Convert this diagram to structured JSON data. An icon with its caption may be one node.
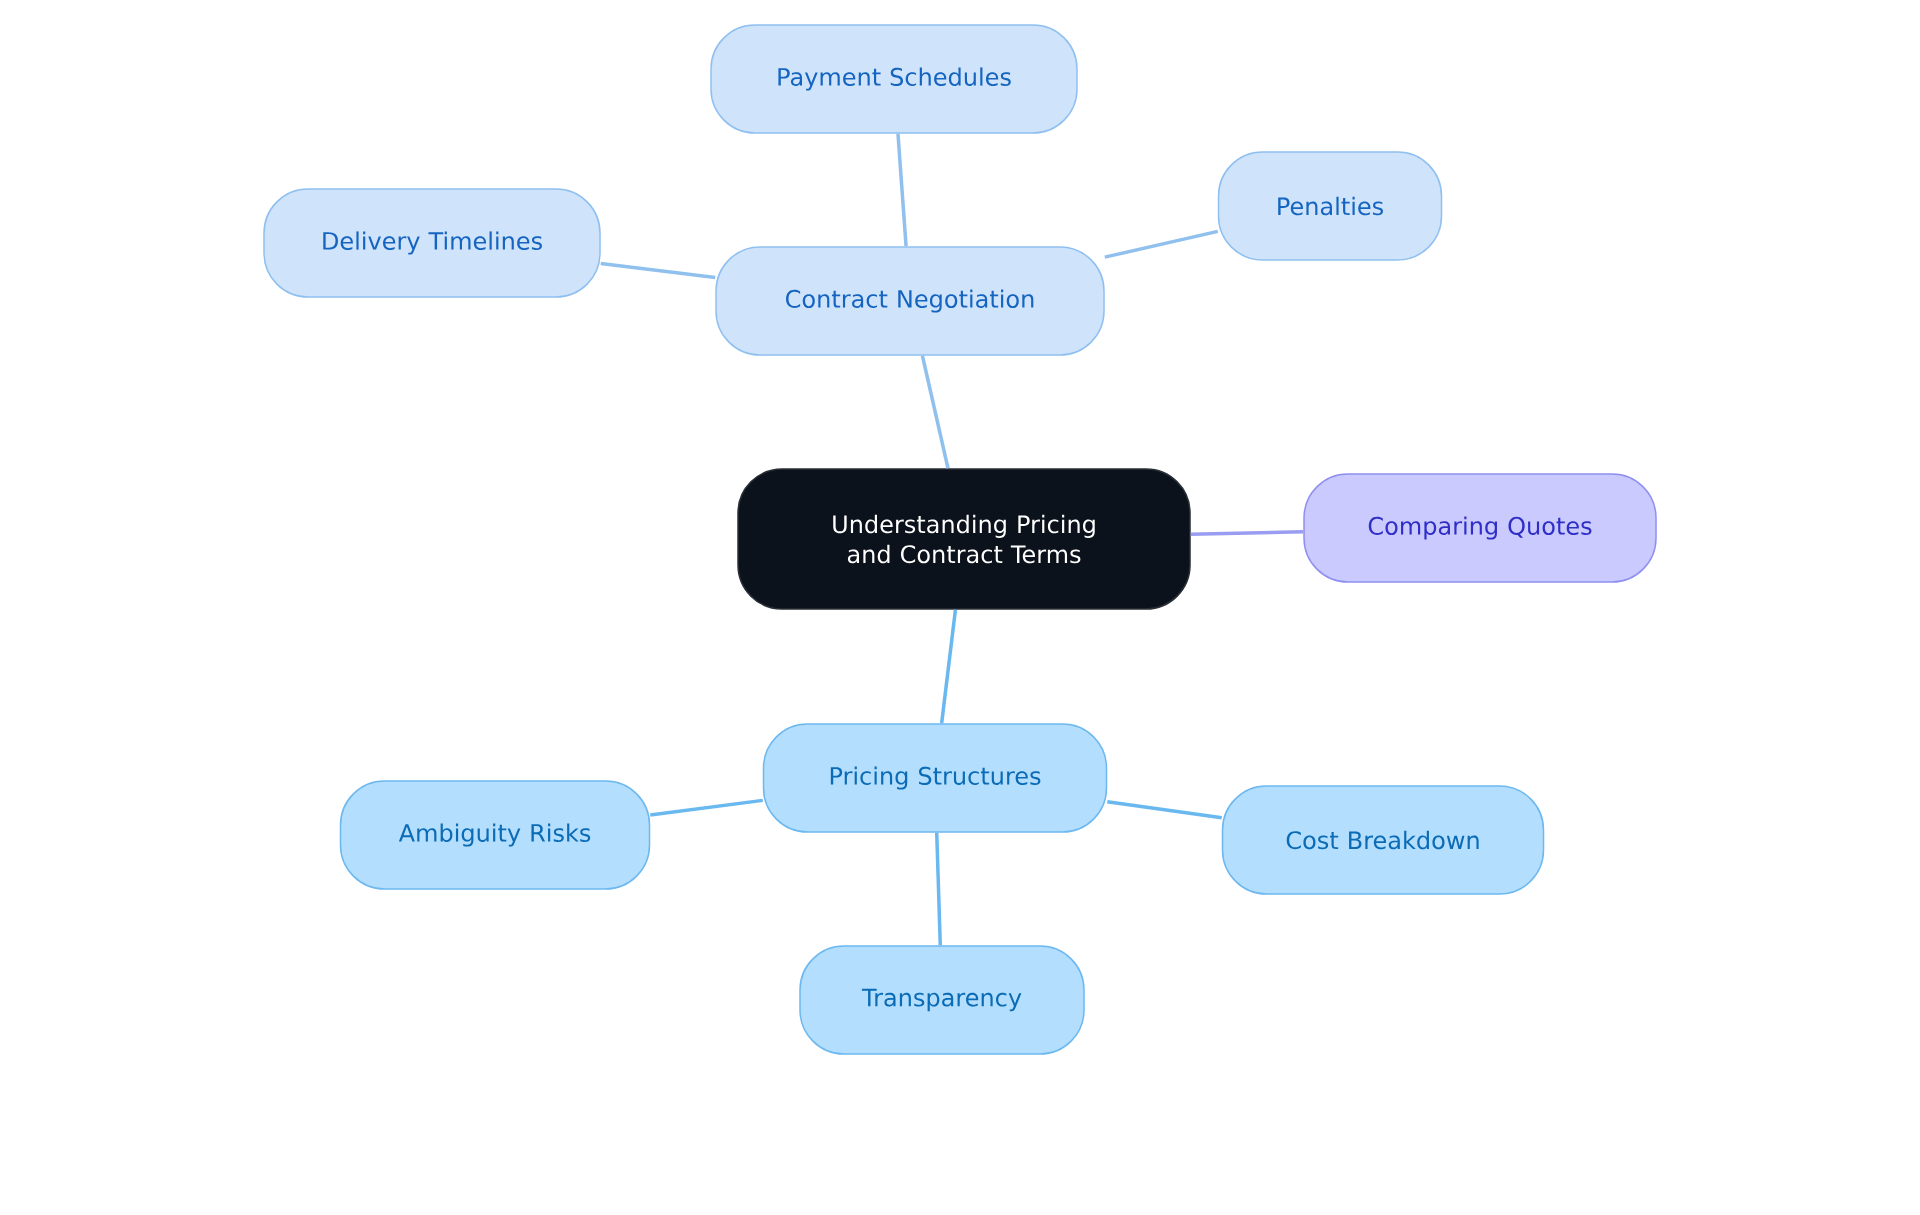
{
  "diagram": {
    "nodes": [
      {
        "text": [
          "Understanding Pricing and Contract Terms"
        ]
      },
      {
        "text": [
          "Payment Schedules"
        ]
      },
      {
        "text": [
          "Delivery Timelines"
        ]
      },
      {
        "text": [
          "Contract Negotiation"
        ]
      },
      {
        "text": [
          "Penalties"
        ]
      },
      {
        "text": [
          "Comparing Quotes"
        ]
      },
      {
        "text": [
          "Pricing Structures"
        ]
      },
      {
        "text": [
          "Ambiguity Risks"
        ]
      },
      {
        "text": [
          "Cost Breakdown"
        ]
      },
      {
        "text": [
          "Transparency"
        ]
      }
    ],
    "edges": [
      {
        "from": 0,
        "to": 3,
        "arrow": "none",
        "color": "#90c0ee"
      },
      {
        "from": 3,
        "to": 1,
        "arrow": "none",
        "color": "#90c0ee"
      },
      {
        "from": 3,
        "to": 2,
        "arrow": "none",
        "color": "#90c0ee"
      },
      {
        "from": 3,
        "to": 4,
        "arrow": "none",
        "color": "#90c0ee"
      },
      {
        "from": 0,
        "to": 5,
        "arrow": "none",
        "color": "#9a9cf0"
      },
      {
        "from": 0,
        "to": 6,
        "arrow": "none",
        "color": "#6ab8f0"
      },
      {
        "from": 6,
        "to": 7,
        "arrow": "none",
        "color": "#6ab8f0"
      },
      {
        "from": 6,
        "to": 8,
        "arrow": "none",
        "color": "#6ab8f0"
      },
      {
        "from": 6,
        "to": 9,
        "arrow": "none",
        "color": "#6ab8f0"
      }
    ]
  }
}
